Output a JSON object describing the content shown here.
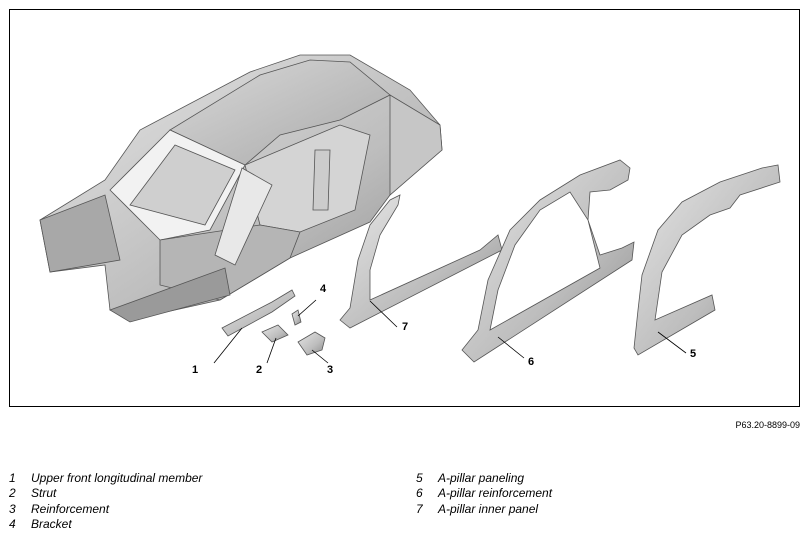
{
  "callouts": [
    "1",
    "2",
    "3",
    "4",
    "5",
    "6",
    "7"
  ],
  "figure_ref": "P63.20-8899-09",
  "legend_left": [
    {
      "num": "1",
      "text": "Upper front longitudinal member"
    },
    {
      "num": "2",
      "text": "Strut"
    },
    {
      "num": "3",
      "text": "Reinforcement"
    },
    {
      "num": "4",
      "text": "Bracket"
    }
  ],
  "legend_right": [
    {
      "num": "5",
      "text": "A-pillar paneling"
    },
    {
      "num": "6",
      "text": "A-pillar reinforcement"
    },
    {
      "num": "7",
      "text": "A-pillar inner panel"
    }
  ]
}
